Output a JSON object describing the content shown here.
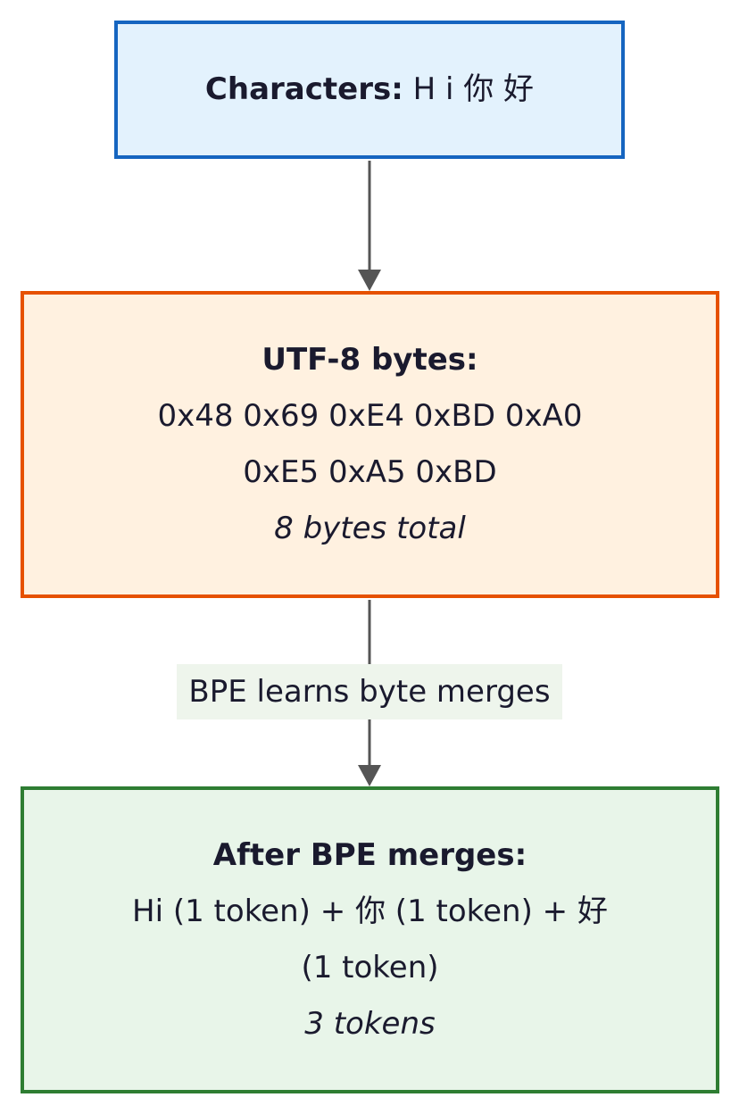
{
  "nodes": {
    "characters": {
      "label": "Characters:",
      "value": " H i 你 好"
    },
    "utf8": {
      "title": "UTF-8 bytes:",
      "line1": "0x48 0x69 0xE4 0xBD 0xA0",
      "line2": "0xE5 0xA5 0xBD",
      "note": "8 bytes total"
    },
    "bpe": {
      "title": "After BPE merges:",
      "line1": "Hi (1 token) + 你 (1 token) + 好",
      "line2": "(1 token)",
      "note": "3 tokens"
    }
  },
  "edges": {
    "utf8_to_bpe_label": "BPE learns byte merges"
  },
  "colors": {
    "characters_fill": "#e3f2fd",
    "characters_border": "#1565c0",
    "utf8_fill": "#fff1e0",
    "utf8_border": "#e65100",
    "bpe_fill": "#e8f5e9",
    "bpe_border": "#2e7d32",
    "arrow": "#555555"
  }
}
